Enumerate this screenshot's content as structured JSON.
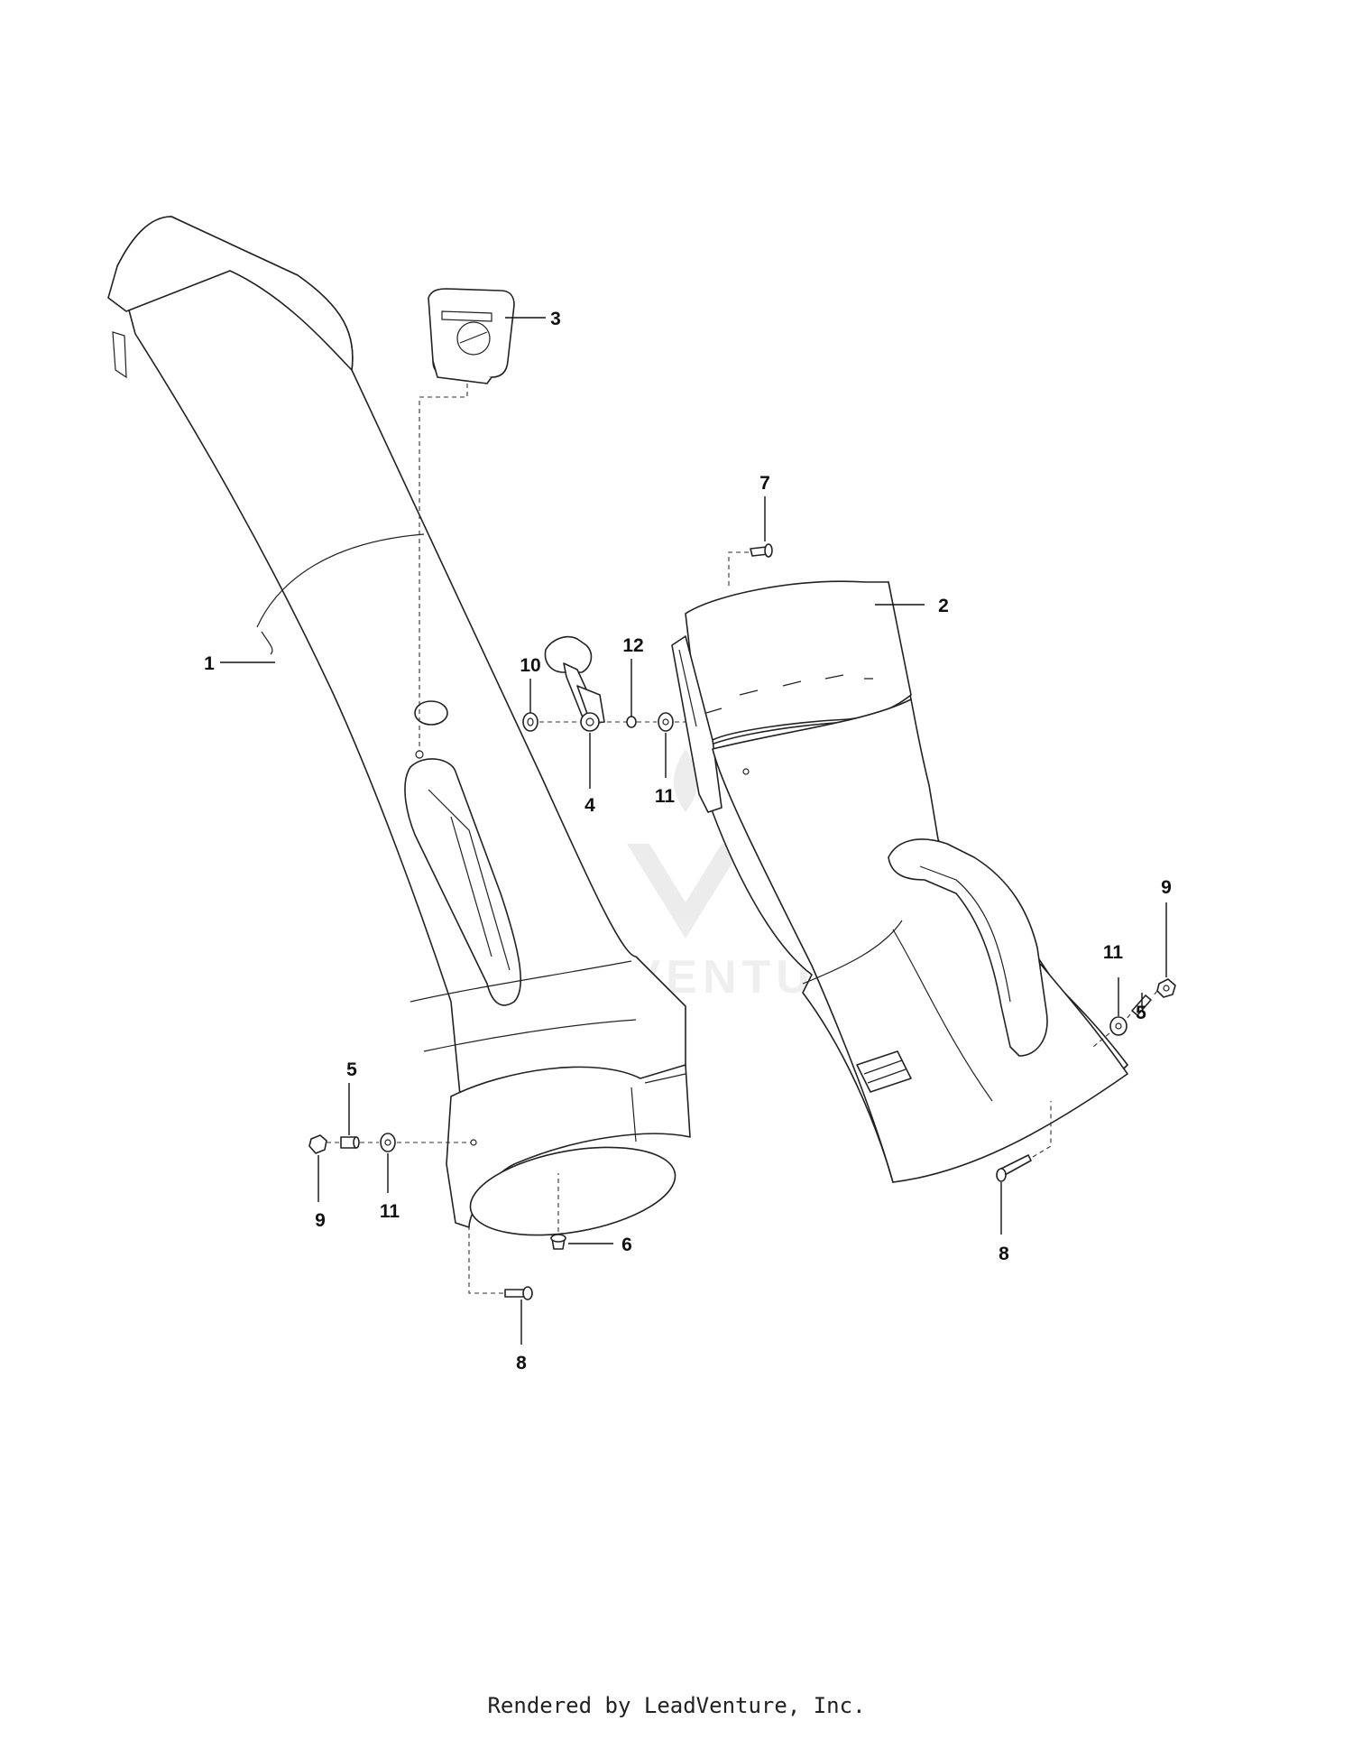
{
  "callouts": {
    "c1": "1",
    "c2": "2",
    "c3": "3",
    "c4": "4",
    "c5a": "5",
    "c5b": "5",
    "c6": "6",
    "c7": "7",
    "c8a": "8",
    "c8b": "8",
    "c9a": "9",
    "c9b": "9",
    "c10": "10",
    "c11a": "11",
    "c11b": "11",
    "c11c": "11",
    "c12": "12"
  },
  "watermark": "LEADVENTURE",
  "footer": "Rendered by LeadVenture, Inc.",
  "colors": {
    "line": "#222222",
    "background": "#ffffff"
  }
}
